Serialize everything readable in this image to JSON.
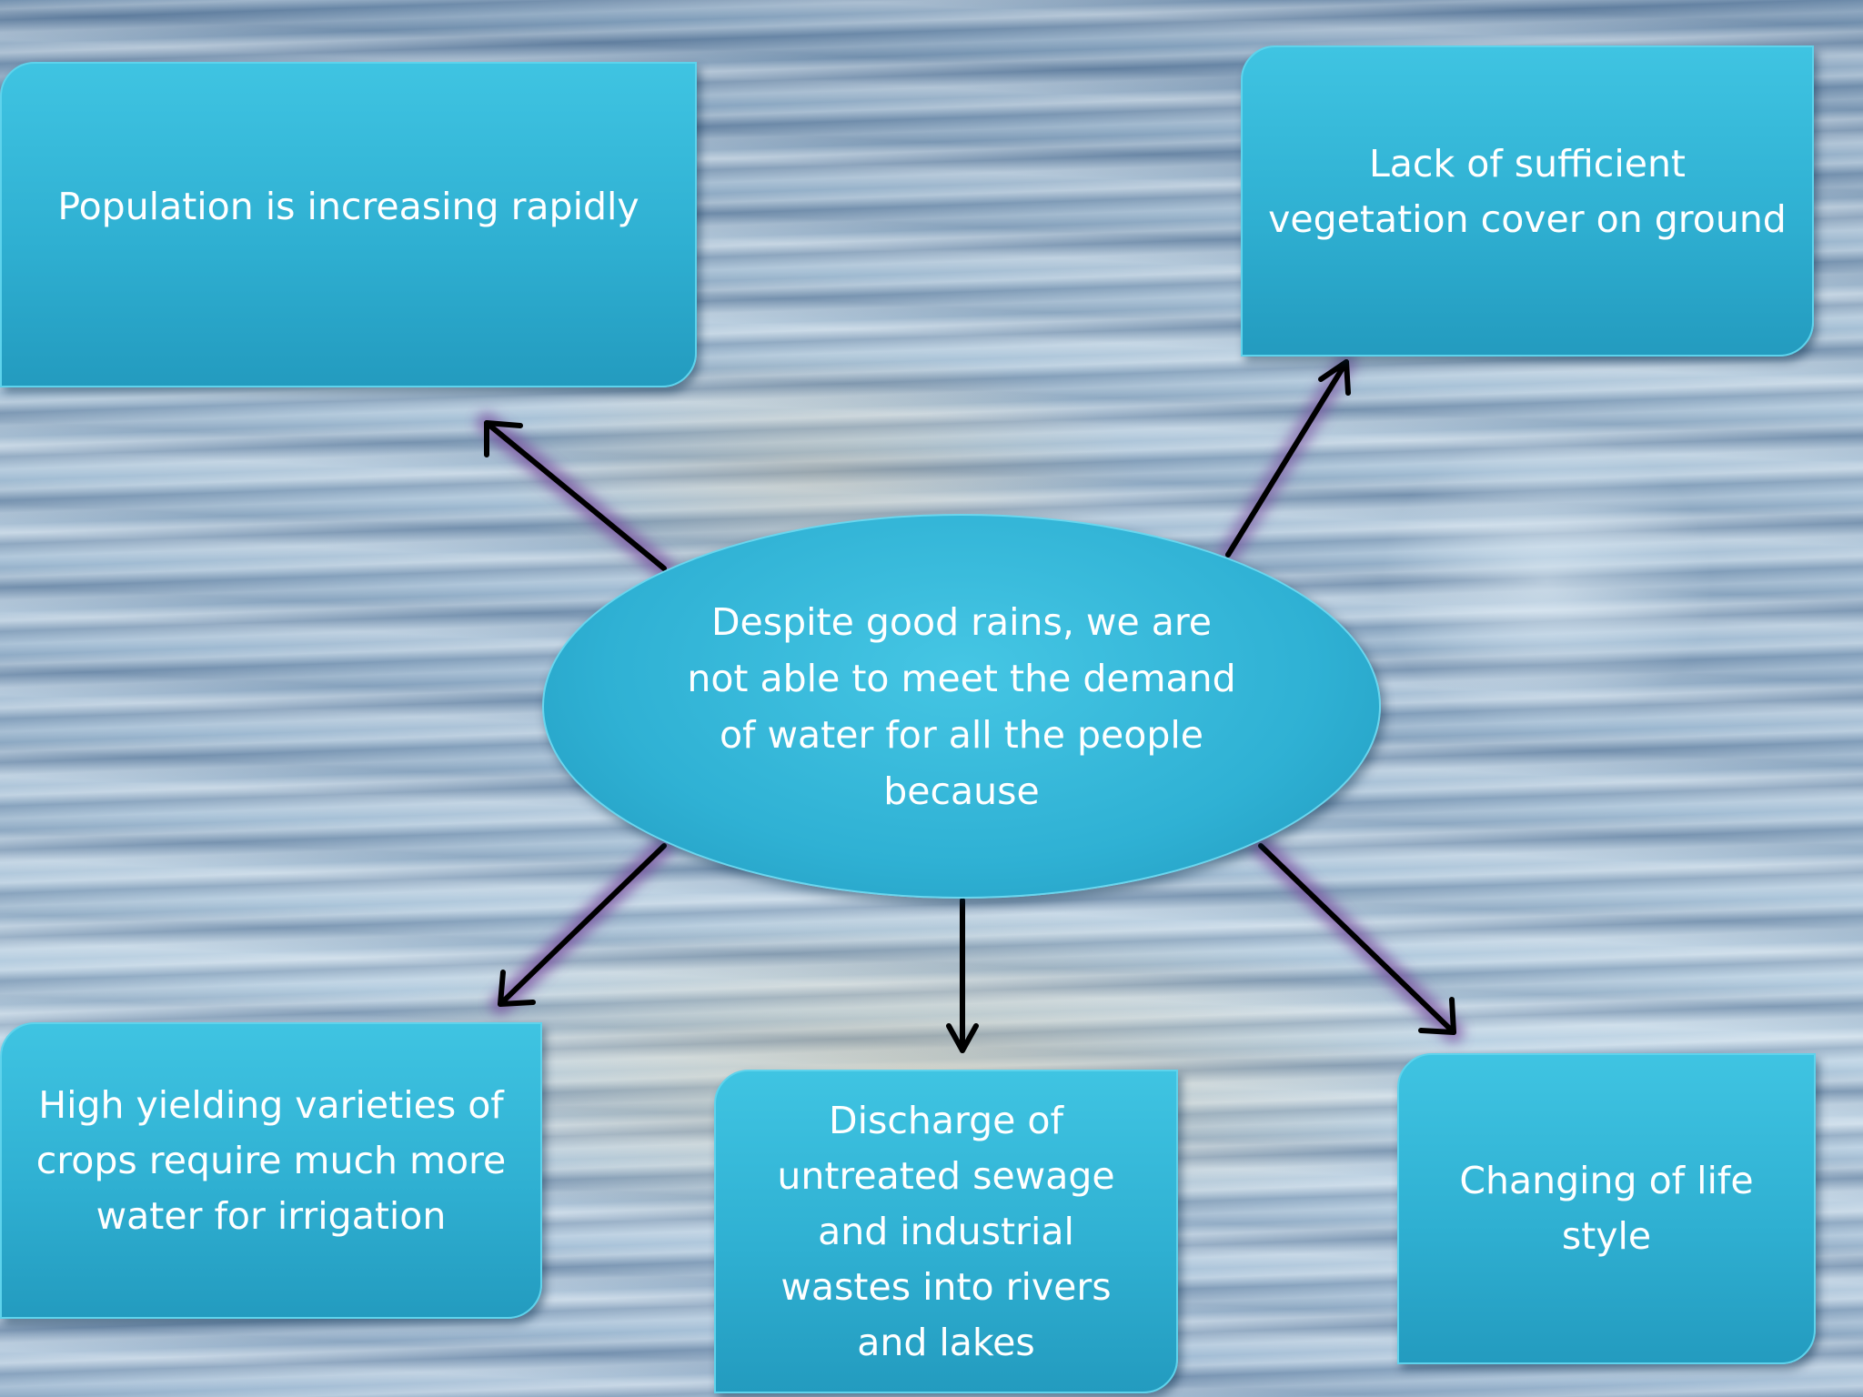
{
  "center": {
    "text": "Despite good rains, we are not able to meet the demand of water for all the people because"
  },
  "causes": [
    {
      "id": "population",
      "text": "Population is increasing rapidly"
    },
    {
      "id": "vegetation",
      "text": "Lack of sufficient vegetation cover on ground"
    },
    {
      "id": "crops",
      "text": "High yielding varieties of crops require much more water for irrigation"
    },
    {
      "id": "sewage",
      "text": "Discharge of untreated sewage and industrial wastes into rivers and lakes"
    },
    {
      "id": "lifestyle",
      "text": "Changing of life style"
    }
  ],
  "colors": {
    "box_fill": "#2fb0d2",
    "box_border": "#5ed3ec",
    "arrow": "#000000",
    "arrow_glow": "#7a4fa0",
    "text": "#ffffff"
  }
}
